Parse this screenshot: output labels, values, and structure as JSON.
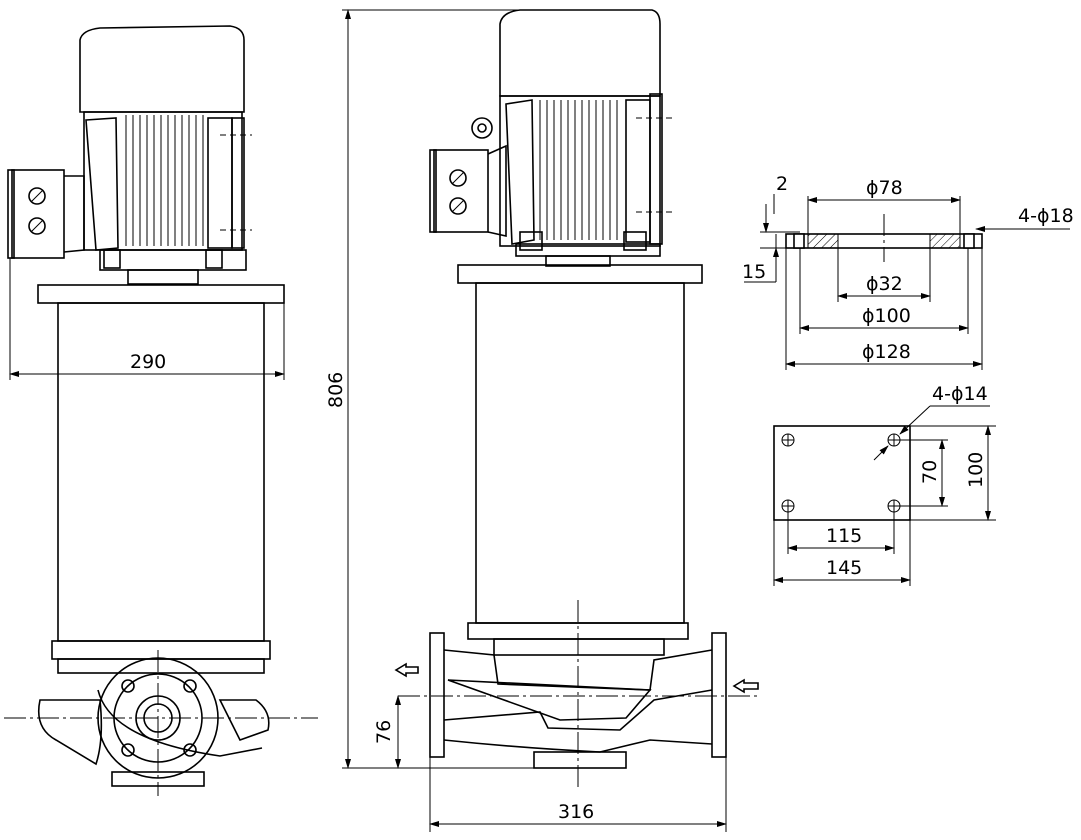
{
  "dimensions": {
    "width_side": "290",
    "height_total": "806",
    "length_ports": "316",
    "inlet_height": "76",
    "flange_thickness": "2",
    "flange_step": "15",
    "flange_d78": "ϕ78",
    "flange_holes": "4-ϕ18",
    "flange_d32": "ϕ32",
    "flange_d100": "ϕ100",
    "flange_d128": "ϕ128",
    "base_holes": "4-ϕ14",
    "base_hole_spacing_y": "70",
    "base_width": "100",
    "base_hole_spacing_x": "115",
    "base_length": "145"
  }
}
